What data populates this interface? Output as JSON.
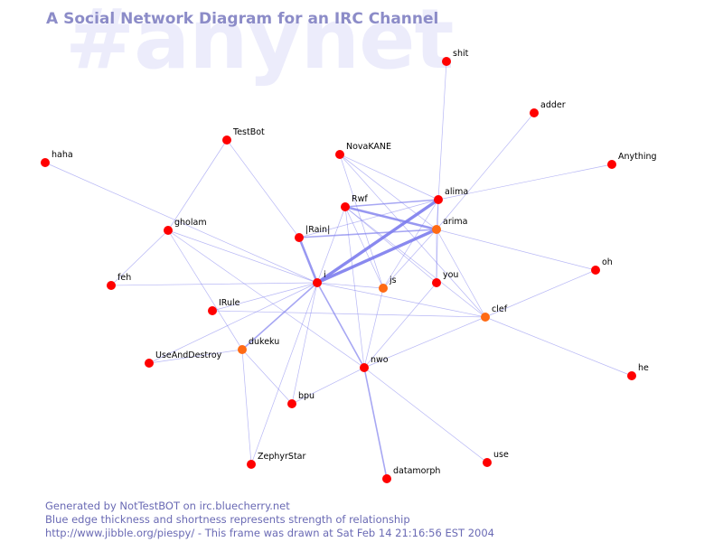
{
  "watermark": "#anynet",
  "title": "A Social Network Diagram for an IRC Channel",
  "footer": {
    "line1": "Generated by NotTestBOT on irc.bluecherry.net",
    "line2": "Blue edge thickness and shortness represents strength of relationship",
    "line3": "http://www.jibble.org/piespy/ - This frame was drawn at Sat Feb 14 21:16:56 EST 2004"
  },
  "colors": {
    "edge": "#8080ee",
    "node_red": "#ff0000",
    "node_orange": "#ff6a14",
    "title": "#8c8cc8",
    "footer": "#6a6ab4",
    "watermark": "#ececfb"
  },
  "nodes": [
    {
      "id": "shit",
      "label": "shit",
      "color": "red"
    },
    {
      "id": "adder",
      "label": "adder",
      "color": "red"
    },
    {
      "id": "Anything",
      "label": "Anything",
      "color": "red"
    },
    {
      "id": "TestBot",
      "label": "TestBot",
      "color": "red"
    },
    {
      "id": "NovaKANE",
      "label": "NovaKANE",
      "color": "red"
    },
    {
      "id": "haha",
      "label": "haha",
      "color": "red"
    },
    {
      "id": "alima",
      "label": "alima",
      "color": "red"
    },
    {
      "id": "Rwf",
      "label": "Rwf",
      "color": "red"
    },
    {
      "id": "arima",
      "label": "arima",
      "color": "orange"
    },
    {
      "id": "gholam",
      "label": "gholam",
      "color": "red"
    },
    {
      "id": "Rain",
      "label": "|Rain|",
      "color": "red"
    },
    {
      "id": "oh",
      "label": "oh",
      "color": "red"
    },
    {
      "id": "feh",
      "label": "feh",
      "color": "red"
    },
    {
      "id": "i",
      "label": "i",
      "color": "red"
    },
    {
      "id": "js",
      "label": "js",
      "color": "orange"
    },
    {
      "id": "you",
      "label": "you",
      "color": "red"
    },
    {
      "id": "IRule",
      "label": "IRule",
      "color": "red"
    },
    {
      "id": "clef",
      "label": "clef",
      "color": "orange"
    },
    {
      "id": "dukeku",
      "label": "dukeku",
      "color": "orange"
    },
    {
      "id": "UseAndDestroy",
      "label": "UseAndDestroy",
      "color": "red"
    },
    {
      "id": "nwo",
      "label": "nwo",
      "color": "red"
    },
    {
      "id": "he",
      "label": "he",
      "color": "red"
    },
    {
      "id": "bpu",
      "label": "bpu",
      "color": "red"
    },
    {
      "id": "use",
      "label": "use",
      "color": "red"
    },
    {
      "id": "ZephyrStar",
      "label": "ZephyrStar",
      "color": "red"
    },
    {
      "id": "datamorph",
      "label": "datamorph",
      "color": "red"
    }
  ],
  "edges": [
    {
      "from": "i",
      "to": "alima",
      "weight": 4
    },
    {
      "from": "i",
      "to": "arima",
      "weight": 4
    },
    {
      "from": "i",
      "to": "Rain",
      "weight": 3
    },
    {
      "from": "i",
      "to": "nwo",
      "weight": 2
    },
    {
      "from": "i",
      "to": "dukeku",
      "weight": 2
    },
    {
      "from": "i",
      "to": "gholam",
      "weight": 1
    },
    {
      "from": "i",
      "to": "feh",
      "weight": 1
    },
    {
      "from": "i",
      "to": "IRule",
      "weight": 1
    },
    {
      "from": "i",
      "to": "UseAndDestroy",
      "weight": 1
    },
    {
      "from": "i",
      "to": "bpu",
      "weight": 1
    },
    {
      "from": "i",
      "to": "clef",
      "weight": 1
    },
    {
      "from": "i",
      "to": "js",
      "weight": 1
    },
    {
      "from": "i",
      "to": "Rwf",
      "weight": 1
    },
    {
      "from": "i",
      "to": "ZephyrStar",
      "weight": 1
    },
    {
      "from": "Rwf",
      "to": "alima",
      "weight": 2
    },
    {
      "from": "Rwf",
      "to": "arima",
      "weight": 3
    },
    {
      "from": "Rwf",
      "to": "you",
      "weight": 1
    },
    {
      "from": "Rwf",
      "to": "js",
      "weight": 1
    },
    {
      "from": "Rwf",
      "to": "nwo",
      "weight": 1
    },
    {
      "from": "Rwf",
      "to": "clef",
      "weight": 1
    },
    {
      "from": "Rain",
      "to": "arima",
      "weight": 2
    },
    {
      "from": "Rain",
      "to": "alima",
      "weight": 1
    },
    {
      "from": "Rain",
      "to": "TestBot",
      "weight": 1
    },
    {
      "from": "NovaKANE",
      "to": "alima",
      "weight": 1
    },
    {
      "from": "NovaKANE",
      "to": "arima",
      "weight": 1
    },
    {
      "from": "NovaKANE",
      "to": "clef",
      "weight": 1
    },
    {
      "from": "NovaKANE",
      "to": "js",
      "weight": 1
    },
    {
      "from": "alima",
      "to": "shit",
      "weight": 1
    },
    {
      "from": "alima",
      "to": "Anything",
      "weight": 1
    },
    {
      "from": "alima",
      "to": "arima",
      "weight": 1
    },
    {
      "from": "alima",
      "to": "js",
      "weight": 1
    },
    {
      "from": "alima",
      "to": "you",
      "weight": 1
    },
    {
      "from": "arima",
      "to": "adder",
      "weight": 1
    },
    {
      "from": "arima",
      "to": "oh",
      "weight": 1
    },
    {
      "from": "arima",
      "to": "you",
      "weight": 1
    },
    {
      "from": "arima",
      "to": "clef",
      "weight": 1
    },
    {
      "from": "arima",
      "to": "js",
      "weight": 1
    },
    {
      "from": "TestBot",
      "to": "gholam",
      "weight": 1
    },
    {
      "from": "haha",
      "to": "i",
      "weight": 1
    },
    {
      "from": "gholam",
      "to": "feh",
      "weight": 1
    },
    {
      "from": "gholam",
      "to": "dukeku",
      "weight": 1
    },
    {
      "from": "gholam",
      "to": "nwo",
      "weight": 1
    },
    {
      "from": "IRule",
      "to": "clef",
      "weight": 1
    },
    {
      "from": "js",
      "to": "nwo",
      "weight": 1
    },
    {
      "from": "you",
      "to": "nwo",
      "weight": 1
    },
    {
      "from": "clef",
      "to": "nwo",
      "weight": 1
    },
    {
      "from": "clef",
      "to": "oh",
      "weight": 1
    },
    {
      "from": "clef",
      "to": "he",
      "weight": 1
    },
    {
      "from": "dukeku",
      "to": "UseAndDestroy",
      "weight": 1
    },
    {
      "from": "dukeku",
      "to": "ZephyrStar",
      "weight": 1
    },
    {
      "from": "dukeku",
      "to": "bpu",
      "weight": 1
    },
    {
      "from": "nwo",
      "to": "bpu",
      "weight": 1
    },
    {
      "from": "nwo",
      "to": "datamorph",
      "weight": 2
    },
    {
      "from": "nwo",
      "to": "use",
      "weight": 1
    }
  ]
}
